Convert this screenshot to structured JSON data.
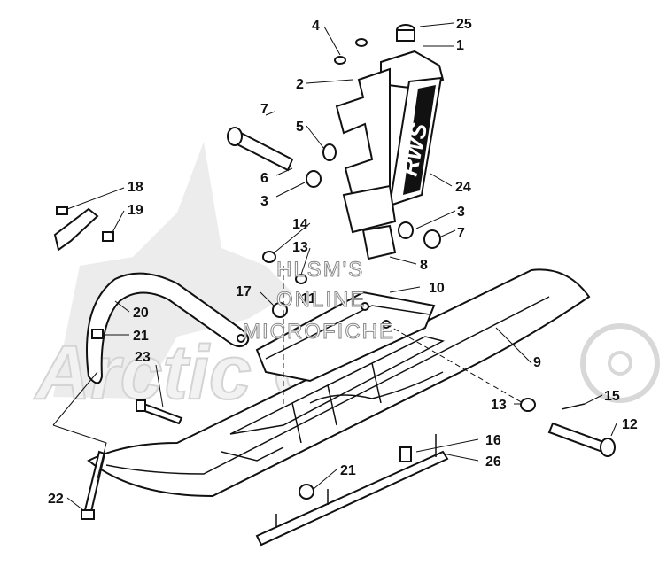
{
  "watermark": {
    "logo_text": "Arctic Cat",
    "line1": "HLSM'S",
    "line2": "ONLINE",
    "line3": "MICROFICHE"
  },
  "decal_text": "RWS",
  "callouts": [
    "1",
    "2",
    "3",
    "3",
    "4",
    "5",
    "6",
    "7",
    "7",
    "8",
    "9",
    "10",
    "11",
    "12",
    "13",
    "13",
    "14",
    "15",
    "16",
    "17",
    "18",
    "19",
    "20",
    "21",
    "21",
    "22",
    "23",
    "24",
    "25",
    "26"
  ]
}
